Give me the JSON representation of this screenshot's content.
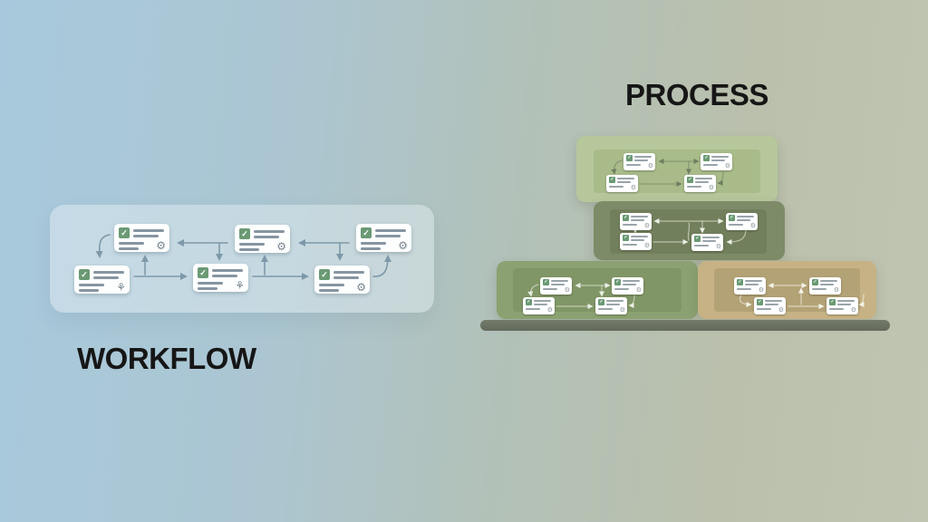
{
  "labels": {
    "workflow": "WORKFLOW",
    "process": "PROCESS"
  },
  "icons": {
    "check": "✓",
    "gear": "⚙",
    "spark": "⚘"
  },
  "colors": {
    "background_left": "#a8c9dd",
    "background_right": "#c0c5b2",
    "workflow_panel": "#cfe2ea",
    "card": "#ffffff",
    "card_line": "#8695a1",
    "check_green": "#6a9a74",
    "arrow": "#7d99a9",
    "block_top": "#b6c79c",
    "block_top_inner": "#a8bb89",
    "block_middle": "#7e8b68",
    "block_middle_inner": "#727f5c",
    "block_bottom_left": "#8ba171",
    "block_bottom_left_inner": "#819666",
    "block_bottom_right": "#c6b284",
    "block_bottom_right_inner": "#b3a275",
    "shelf": "#6b7263",
    "label_text": "#161616"
  },
  "workflow_panel": {
    "label": "WORKFLOW",
    "card_count": 6,
    "cards": [
      {
        "row": "top",
        "icon": "gear"
      },
      {
        "row": "top",
        "icon": "gear"
      },
      {
        "row": "top",
        "icon": "gear"
      },
      {
        "row": "bottom",
        "icon": "spark"
      },
      {
        "row": "bottom",
        "icon": "spark"
      },
      {
        "row": "bottom",
        "icon": "gear"
      }
    ]
  },
  "process_stack": {
    "label": "PROCESS",
    "blocks": [
      {
        "position": "top",
        "color": "#b6c79c",
        "card_count": 4
      },
      {
        "position": "middle",
        "color": "#7e8b68",
        "card_count": 4
      },
      {
        "position": "bottom-left",
        "color": "#8ba171",
        "card_count": 4
      },
      {
        "position": "bottom-right",
        "color": "#c6b284",
        "card_count": 4
      }
    ]
  }
}
